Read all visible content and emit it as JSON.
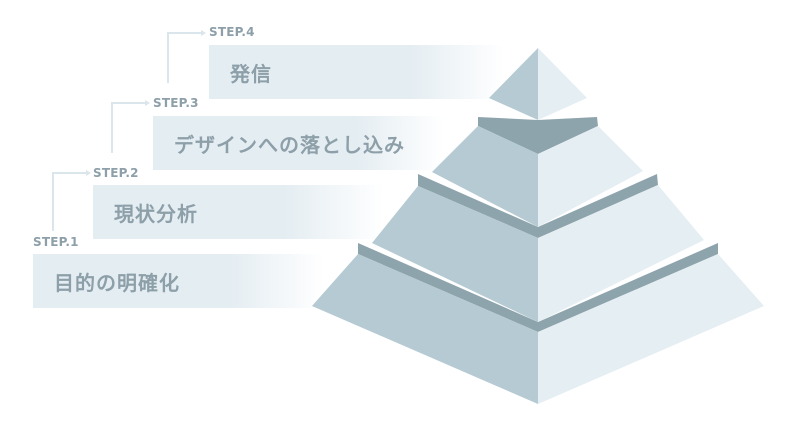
{
  "steps": [
    {
      "label": "STEP.1",
      "title": "目的の明確化"
    },
    {
      "label": "STEP.2",
      "title": "現状分析"
    },
    {
      "label": "STEP.3",
      "title": "デザインへの落とし込み"
    },
    {
      "label": "STEP.4",
      "title": "発信"
    }
  ],
  "colors": {
    "bar_fill": "#e4edf2",
    "text": "#8d9fa8",
    "connector": "#dbe6ec",
    "pyramid_left_face": "#b5cad2",
    "pyramid_right_face": "#e5eef3",
    "pyramid_band": "#8ea4ad"
  }
}
